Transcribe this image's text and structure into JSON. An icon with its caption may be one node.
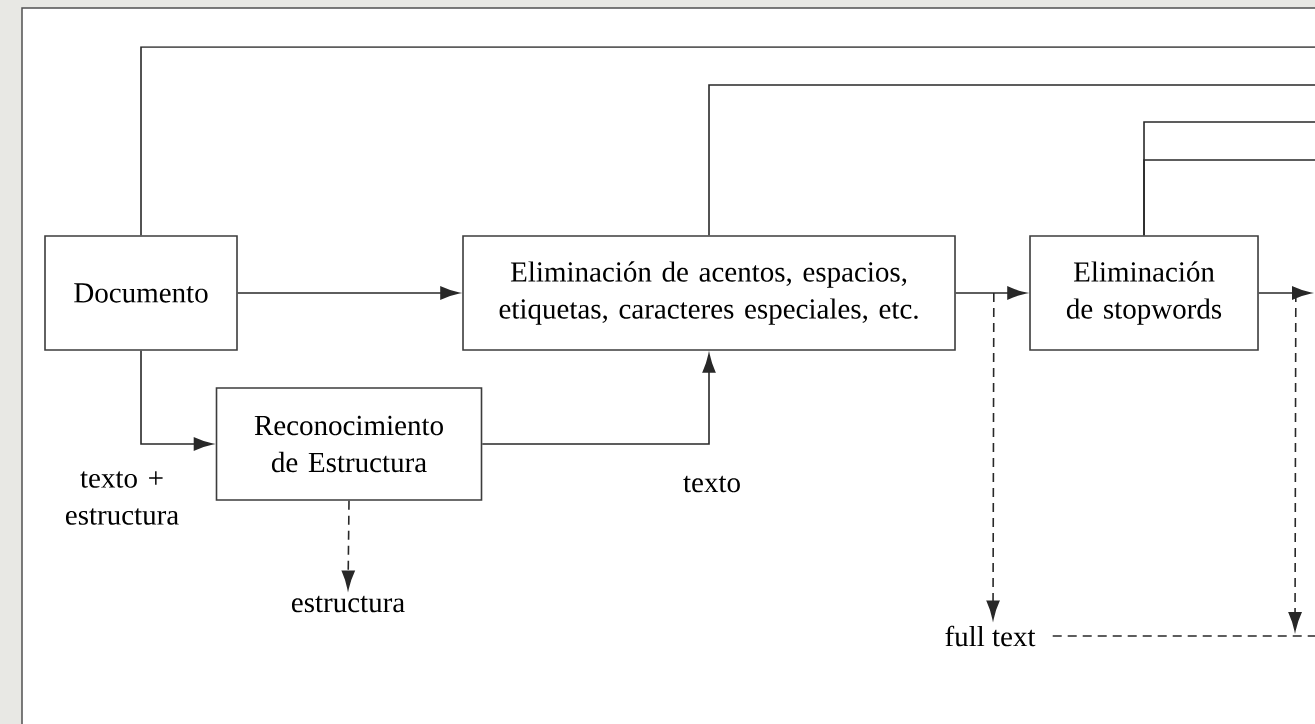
{
  "diagram": {
    "nodes": [
      {
        "text": [
          "Documento"
        ]
      },
      {
        "text": [
          "Eliminación de acentos, espacios, etiquetas, caracteres especiales, etc."
        ]
      },
      {
        "text": [
          "Eliminación de stopwords"
        ]
      },
      {
        "text": [
          "Reconocimiento de Estructura"
        ]
      },
      {
        "text": [
          "estructura"
        ]
      },
      {
        "text": [
          "full text"
        ]
      }
    ],
    "edges": [
      {
        "from": 0,
        "to": 1,
        "arrow": "to"
      },
      {
        "from": 0,
        "to": 3,
        "arrow": "to",
        "label": "texto + estructura"
      },
      {
        "from": 3,
        "to": 1,
        "arrow": "to",
        "label": "texto"
      },
      {
        "from": 1,
        "to": 2,
        "arrow": "to"
      },
      {
        "from": 2,
        "to": null,
        "arrow": "to"
      },
      {
        "from": 0,
        "to": null,
        "arrow": "none"
      },
      {
        "from": 1,
        "to": null,
        "arrow": "none"
      },
      {
        "from": 2,
        "to": null,
        "arrow": "none"
      },
      {
        "from": 2,
        "to": null,
        "arrow": "none"
      },
      {
        "from": 3,
        "to": 4,
        "arrow": "to",
        "style": "dashed"
      },
      {
        "from": 1,
        "to": 5,
        "arrow": "to",
        "style": "dashed"
      },
      {
        "from": 2,
        "to": null,
        "arrow": "to",
        "style": "dashed"
      },
      {
        "from": 5,
        "to": null,
        "arrow": "none",
        "style": "dashed"
      }
    ]
  }
}
